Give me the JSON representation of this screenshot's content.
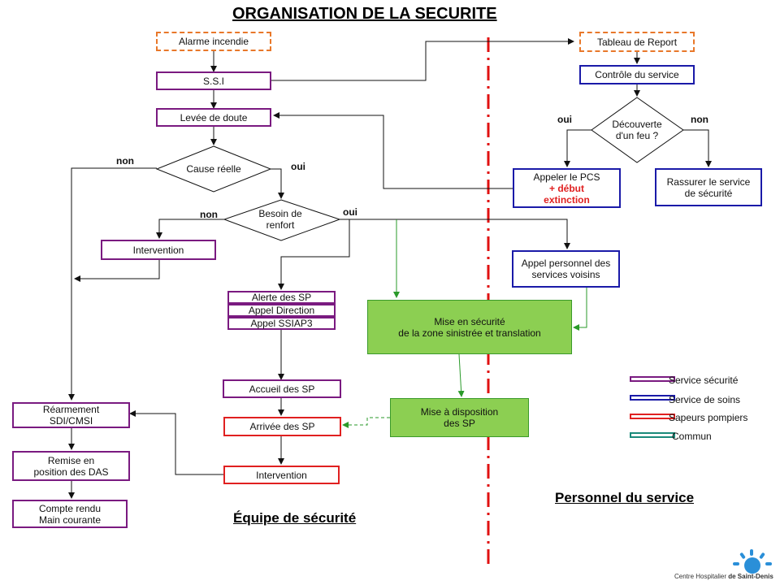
{
  "title": "ORGANISATION DE LA SECURITE",
  "colors": {
    "service_securite": "#7a1a80",
    "service_soins": "#1a1aa8",
    "sapeurs_pompiers": "#e02020",
    "commun": "#1a8a7a",
    "incident": "#e8782a",
    "zone_green": "#8ccf52",
    "divider": "#e01010"
  },
  "nodes": {
    "alarme": "Alarme incendie",
    "ssi": "S.S.I",
    "levee": "Levée  de doute",
    "cause": "Cause  réelle",
    "besoin_l1": "Besoin de",
    "besoin_l2": "renfort",
    "intervention_left": "Intervention",
    "alerte_sp": "Alerte des SP",
    "appel_direction": "Appel Direction",
    "appel_ssiap3": "Appel SSIAP3",
    "accueil_sp": "Accueil des SP",
    "arrivee_sp": "Arrivée  des SP",
    "intervention_bottom": "Intervention",
    "rearmement_l1": "Réarmement",
    "rearmement_l2": "SDI/CMSI",
    "remise_l1": "Remise en",
    "remise_l2": "position des DAS",
    "compte_l1": "Compte rendu",
    "compte_l2": "Main courante",
    "tableau": "Tableau de Report",
    "controle": "Contrôle  du service",
    "decouverte_l1": "Découverte",
    "decouverte_l2": "d'un feu ?",
    "appeler_pcs_l1": "Appeler le PCS",
    "appeler_pcs_l2": "+ début",
    "appeler_pcs_l3": "extinction",
    "rassurer_l1": "Rassurer  le service",
    "rassurer_l2": "de sécurité",
    "appel_personnel_l1": "Appel personnel des",
    "appel_personnel_l2": "services voisins",
    "mise_securite_l1": "Mise en sécurité",
    "mise_securite_l2": "de la zone  sinistrée et translation",
    "mise_dispo_l1": "Mise à disposition",
    "mise_dispo_l2": "des SP"
  },
  "edge_labels": {
    "cause_non": "non",
    "cause_oui": "oui",
    "besoin_non": "non",
    "besoin_oui": "oui",
    "decouverte_oui": "oui",
    "decouverte_non": "non"
  },
  "legend": [
    {
      "label": "Service sécurité",
      "color": "#7a1a80"
    },
    {
      "label": "Service de soins",
      "color": "#1a1aa8"
    },
    {
      "label": "Sapeurs pompiers",
      "color": "#e02020"
    },
    {
      "label": "Commun",
      "color": "#1a8a7a"
    }
  ],
  "footer_left": "Équipe de sécurité",
  "footer_right": "Personnel du service",
  "logo_text_1": "Centre Hospitalier ",
  "logo_text_2": "de Saint-Denis"
}
